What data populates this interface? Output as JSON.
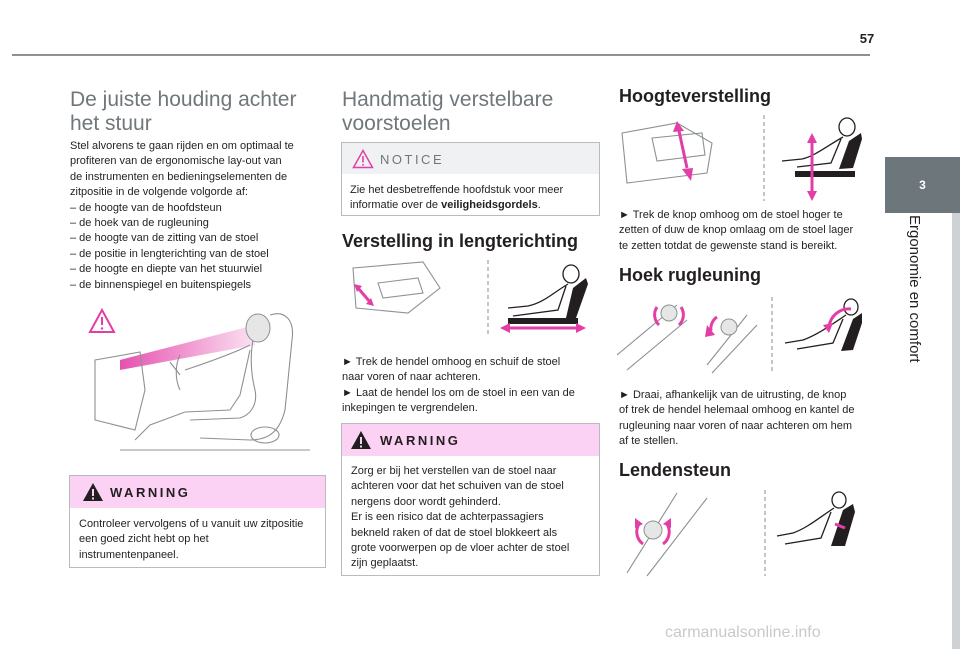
{
  "page": {
    "number": "57",
    "chapter_number": "3",
    "chapter_title": "Ergonomie en comfort",
    "watermark": "carmanualsonline.info"
  },
  "col1": {
    "title_line1": "De juiste houding achter",
    "title_line2": "het stuur",
    "paragraph_lines": [
      "Stel alvorens te gaan rijden en om optimaal te",
      "profiteren van de ergonomische lay-out van",
      "de instrumenten en bedieningselementen de",
      "zitpositie in de volgende volgorde af:",
      "–  de hoogte van de hoofdsteun",
      "–  de hoek van de rugleuning",
      "–  de hoogte van de zitting van de stoel",
      "–  de positie in lengterichting van de stoel",
      "–  de hoogte en diepte van het stuurwiel",
      "–  de binnenspiegel en buitenspiegels"
    ],
    "warning": {
      "label": "WARNING",
      "lines": [
        "Controleer vervolgens of u vanuit uw zitpositie",
        "een goed zicht hebt op het",
        "instrumentenpaneel."
      ]
    }
  },
  "col2": {
    "title_line1": "Handmatig verstelbare",
    "title_line2": "voorstoelen",
    "notice": {
      "label": "NOTICE",
      "line1": "Zie het desbetreffende hoofdstuk voor meer",
      "line2_prefix": "informatie over de ",
      "line2_bold": "veiligheidsgordels",
      "line2_suffix": "."
    },
    "subtitle": "Verstelling in lengterichting",
    "instruction_lines": [
      "►  Trek de hendel omhoog en schuif de stoel",
      "naar voren of naar achteren.",
      "►  Laat de hendel los om de stoel in een van de",
      "inkepingen te vergrendelen."
    ],
    "warning": {
      "label": "WARNING",
      "lines": [
        "Zorg er bij het verstellen van de stoel naar",
        "achteren voor dat het schuiven van de stoel",
        "nergens door wordt gehinderd.",
        "Er is een risico dat de achterpassagiers",
        "bekneld raken of dat de stoel blokkeert als",
        "grote voorwerpen op de vloer achter de stoel",
        "zijn geplaatst."
      ]
    }
  },
  "col3": {
    "height_title": "Hoogteverstelling",
    "height_lines": [
      "►  Trek de knop omhoog om de stoel hoger te",
      "zetten of duw de knop omlaag om de stoel lager",
      "te zetten totdat de gewenste stand is bereikt."
    ],
    "backrest_title": "Hoek rugleuning",
    "backrest_lines": [
      "►  Draai, afhankelijk van de uitrusting, de knop",
      "of trek de hendel helemaal omhoog en kantel de",
      "rugleuning naar voren of naar achteren om hem",
      "af te stellen."
    ],
    "lumbar_title": "Lendensteun"
  },
  "colors": {
    "accent_pink": "#e33ea7",
    "warning_bg": "#fbd2f3",
    "heading_gray": "#6f777b",
    "tab_gray": "#6d767b"
  }
}
